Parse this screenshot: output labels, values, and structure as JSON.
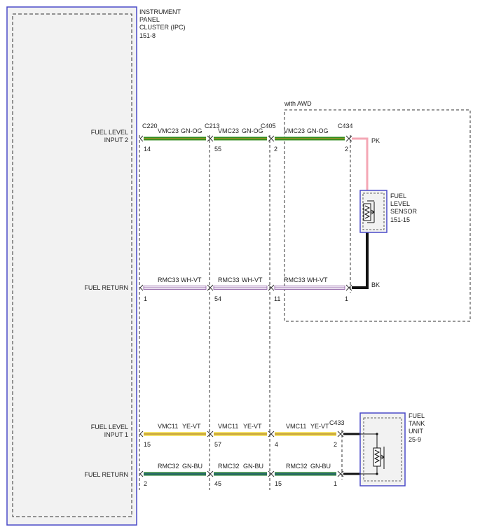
{
  "colors": {
    "module_border": "#4a4ac8",
    "module_fill": "#f2f2f2",
    "dash": "#333333",
    "gn_og_main": "#2e8b1e",
    "gn_og_stripe": "#d99a2b",
    "wh_vt_main": "#f4eef8",
    "wh_vt_stripe": "#8a5aa0",
    "ye_vt_main": "#ecd21c",
    "ye_vt_stripe": "#8a5aa0",
    "gn_bu_main": "#1f7a2e",
    "gn_bu_stripe": "#3a5ab0",
    "pk": "#f4a7b5",
    "bk": "#111111"
  },
  "ipc": {
    "name_lines": [
      "INSTRUMENT",
      "PANEL",
      "CLUSTER (IPC)"
    ],
    "ref": "151-8"
  },
  "awd_label": "with AWD",
  "fuel_level_sensor": {
    "name_lines": [
      "FUEL",
      "LEVEL",
      "SENSOR"
    ],
    "ref": "151-15"
  },
  "fuel_tank_unit": {
    "name_lines": [
      "FUEL",
      "TANK",
      "UNIT"
    ],
    "ref": "25-9"
  },
  "connectors": {
    "c220": "C220",
    "c213": "C213",
    "c405": "C405",
    "c434": "C434",
    "c433": "C433"
  },
  "circuits": [
    {
      "key": "fl2",
      "label_lines": [
        "FUEL LEVEL",
        "INPUT 2"
      ],
      "pins": [
        "14",
        "55",
        "2",
        "2"
      ],
      "segments": [
        {
          "circuit": "VMC23",
          "color_code": "GN-OG"
        },
        {
          "circuit": "VMC23",
          "color_code": "GN-OG"
        },
        {
          "circuit": "VMC23",
          "color_code": "GN-OG"
        }
      ]
    },
    {
      "key": "fr1",
      "label_lines": [
        "FUEL RETURN"
      ],
      "pins": [
        "1",
        "54",
        "11",
        "1"
      ],
      "segments": [
        {
          "circuit": "RMC33",
          "color_code": "WH-VT"
        },
        {
          "circuit": "RMC33",
          "color_code": "WH-VT"
        },
        {
          "circuit": "RMC33",
          "color_code": "WH-VT"
        }
      ]
    },
    {
      "key": "fl1",
      "label_lines": [
        "FUEL LEVEL",
        "INPUT 1"
      ],
      "pins": [
        "15",
        "57",
        "4",
        "2"
      ],
      "segments": [
        {
          "circuit": "VMC11",
          "color_code": "YE-VT"
        },
        {
          "circuit": "VMC11",
          "color_code": "YE-VT"
        },
        {
          "circuit": "VMC11",
          "color_code": "YE-VT"
        }
      ]
    },
    {
      "key": "fr2",
      "label_lines": [
        "FUEL RETURN"
      ],
      "pins": [
        "2",
        "45",
        "15",
        "1"
      ],
      "segments": [
        {
          "circuit": "RMC32",
          "color_code": "GN-BU"
        },
        {
          "circuit": "RMC32",
          "color_code": "GN-BU"
        },
        {
          "circuit": "RMC32",
          "color_code": "GN-BU"
        }
      ]
    }
  ],
  "sensor_wires": {
    "pk_label": "PK",
    "bk_label": "BK"
  }
}
